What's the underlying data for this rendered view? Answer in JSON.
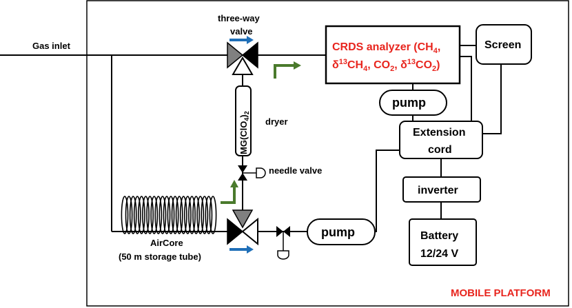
{
  "labels": {
    "gas_inlet": "Gas inlet",
    "three_way_valve_line1": "three-way",
    "three_way_valve_line2": "valve",
    "dryer": "dryer",
    "needle_valve": "needle valve",
    "aircore_line1": "AirCore",
    "aircore_line2": "(50 m storage tube)",
    "mobile_platform": "MOBILE PLATFORM"
  },
  "dryer_tube": {
    "mg": "MG(ClO",
    "sub4": "4",
    "close": ")",
    "sub2": "2"
  },
  "analyzer": {
    "line1": "CRDS analyzer (CH",
    "line1_sub": "4",
    "line1_end": ",",
    "l2_delta1": "δ",
    "l2_sup1": "13",
    "l2_ch": "CH",
    "l2_sub1": "4",
    "l2_comma1": ", CO",
    "l2_sub2": "2",
    "l2_comma2": ", δ",
    "l2_sup2": "13",
    "l2_co": "CO",
    "l2_sub3": "2",
    "l2_close": ")"
  },
  "boxes": {
    "screen": "Screen",
    "pump_top": "pump",
    "extension_line1": "Extension",
    "extension_line2": "cord",
    "inverter": "inverter",
    "pump_bottom": "pump",
    "battery_line1": "Battery",
    "battery_line2": "12/24 V"
  },
  "colors": {
    "analyzer_text": "#e8251e",
    "platform_text": "#e8251e",
    "flow_arrow_blue": "#1f6fb8",
    "flow_arrow_green": "#4a7a2c",
    "valve_gray": "#808080"
  }
}
